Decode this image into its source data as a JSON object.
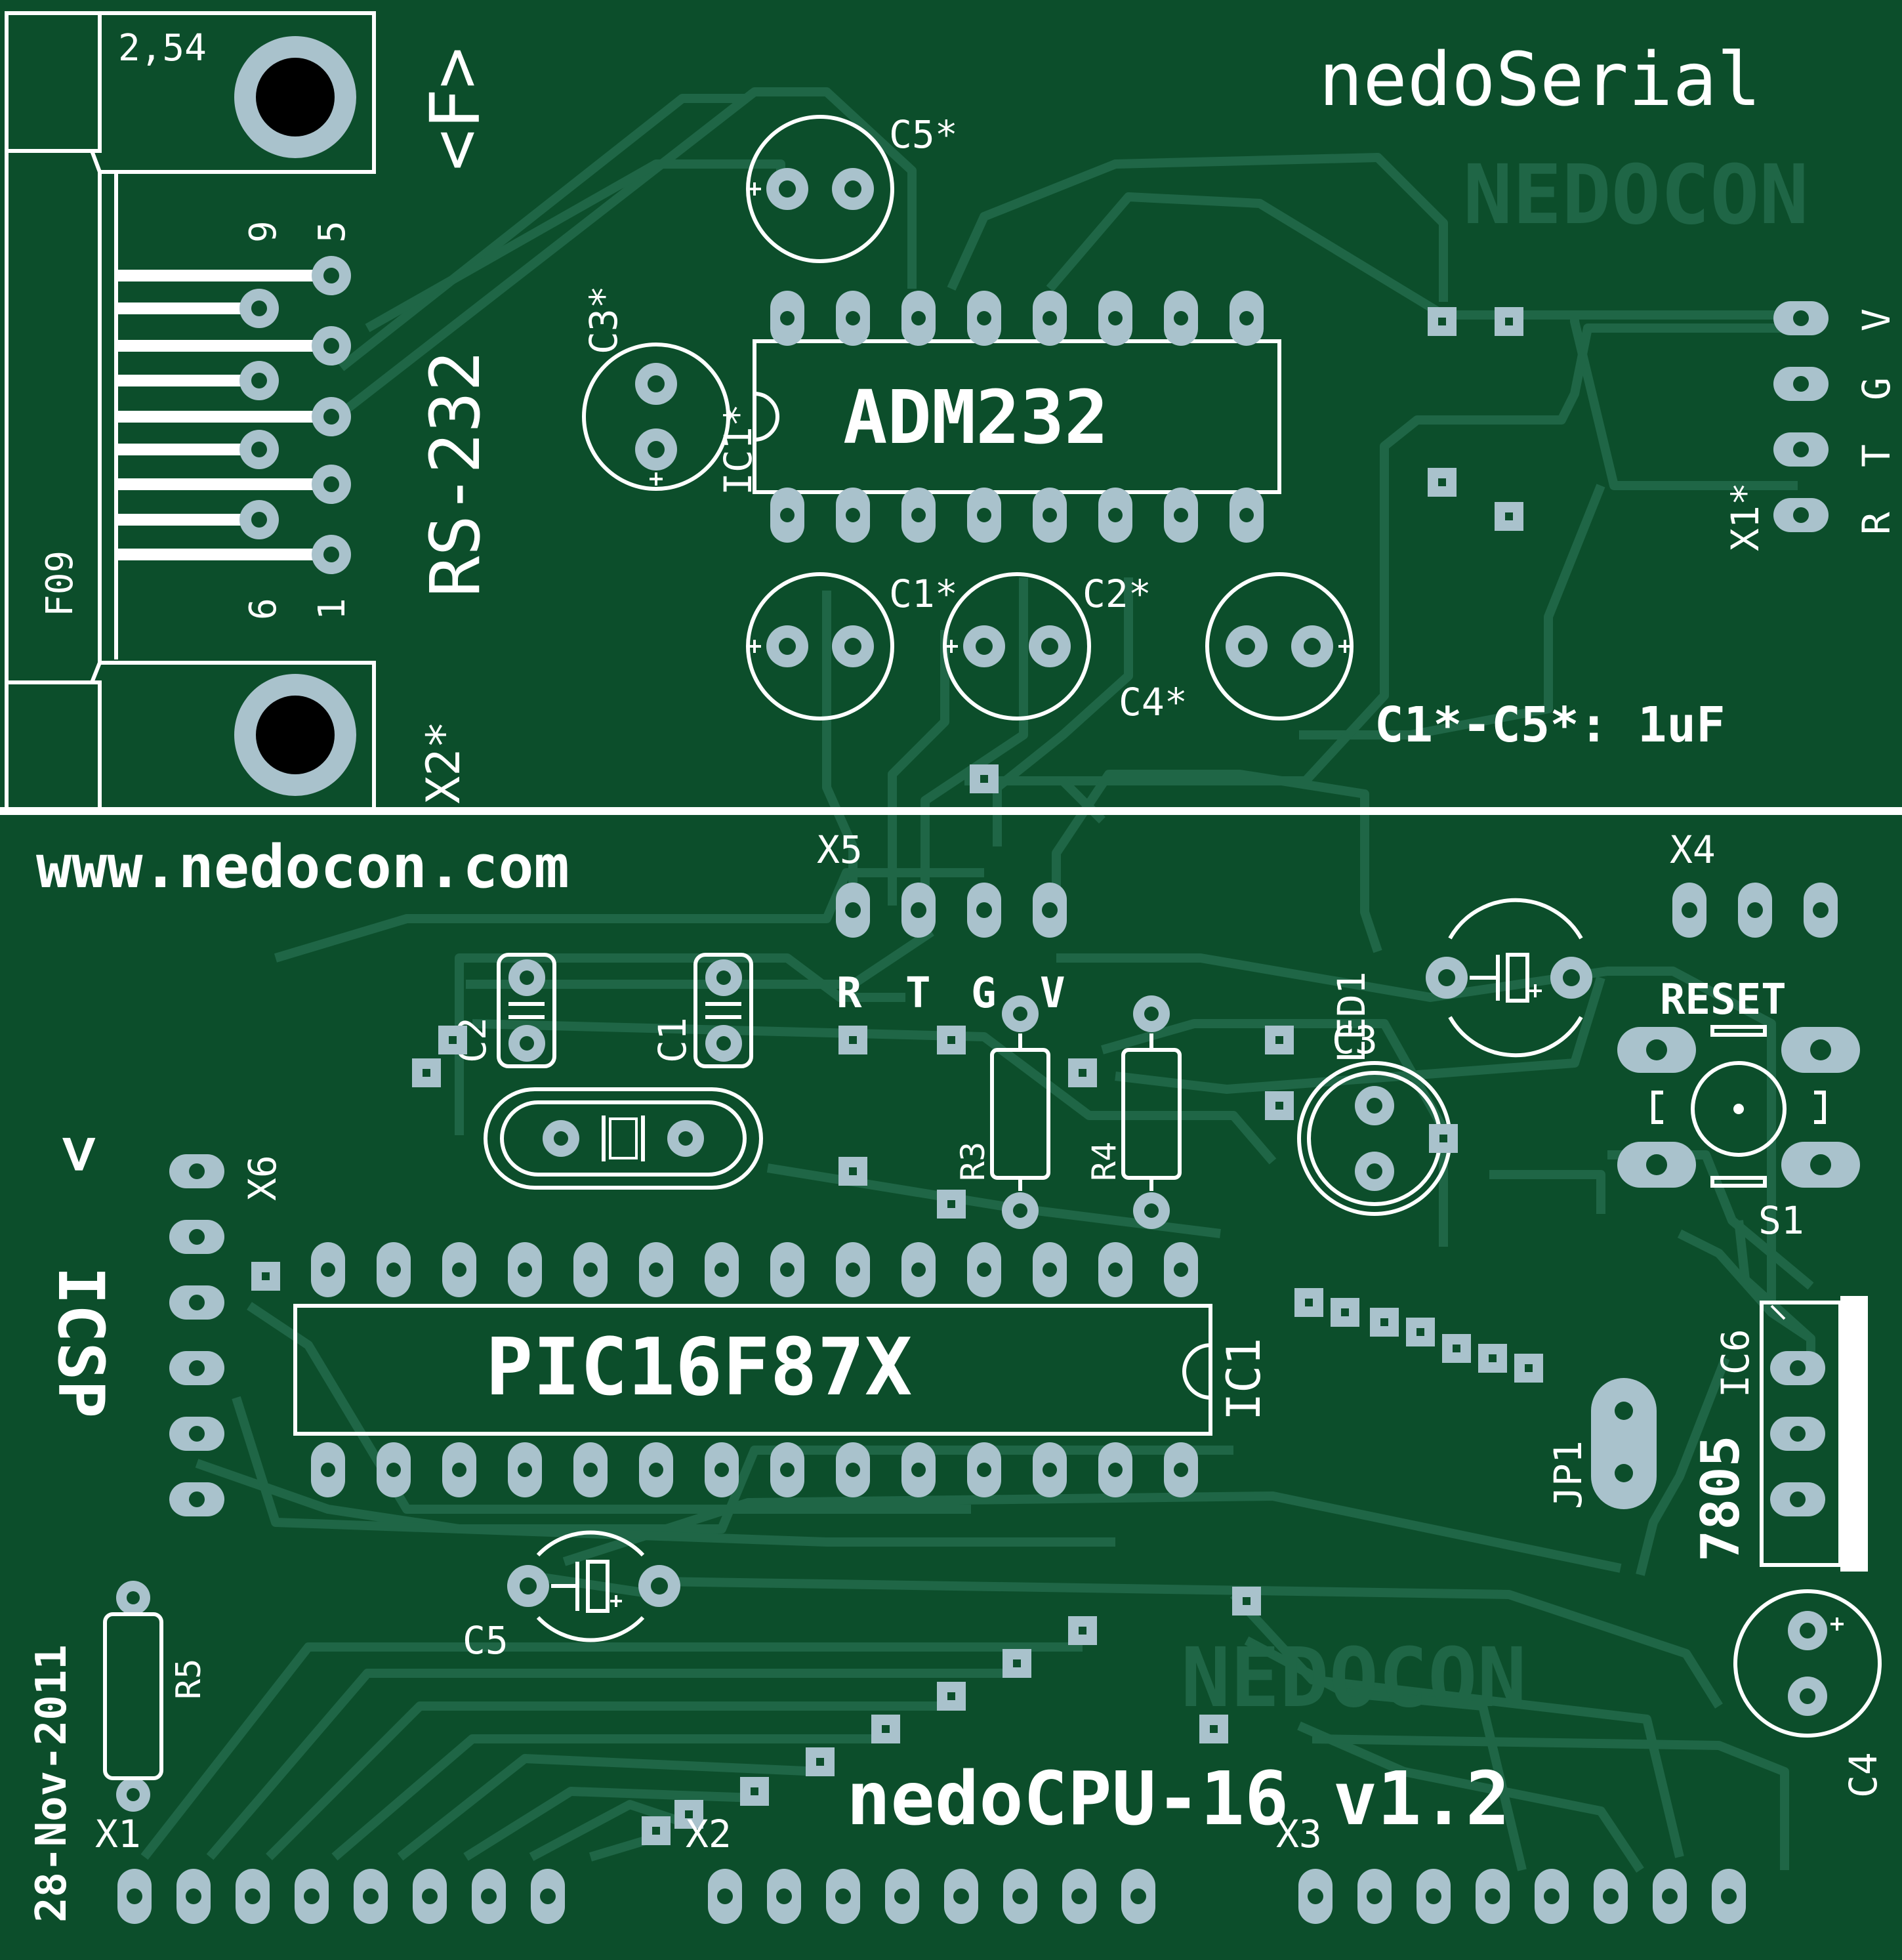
{
  "board": {
    "background": "#0c4e2b",
    "silkscreen_color": "#ffffff",
    "pad_color": "#a9c2cc",
    "ghost_color": "#1f6646"
  },
  "top": {
    "title": "nedoSerial",
    "brand": "NEDOCON",
    "connector_size": "2,54",
    "connector_gender": "<F>",
    "connector_type": "RS-232",
    "connector_ref": "X2*",
    "connector_code": "F09",
    "pin_labels": [
      "9",
      "5",
      "6",
      "1"
    ],
    "chip": "ADM232",
    "chip_ref": "IC1*",
    "caps": [
      "C1*",
      "C2*",
      "C3*",
      "C4*",
      "C5*"
    ],
    "cap_note": "C1*-C5*: 1uF",
    "header_ref": "X1*",
    "header_pins": [
      "R",
      "T",
      "G",
      "V"
    ]
  },
  "bottom": {
    "url": "www.nedocon.com",
    "header_x5": "X5",
    "x5_pins": [
      "R",
      "T",
      "G",
      "V"
    ],
    "header_x4": "X4",
    "reset": "RESET",
    "switch": "S1",
    "led": "LED1",
    "cap_c3": "C3",
    "cap_c1": "C1",
    "cap_c2": "C2",
    "resistors": [
      "R3",
      "R4",
      "R5"
    ],
    "icsp_ref": "X6",
    "icsp_label": "ICSP",
    "icsp_arrow": ">",
    "mcu": "PIC16F87X",
    "mcu_ref": "IC1",
    "regulator_ref": "IC6",
    "regulator": "7805",
    "jumper": "JP1",
    "cap_c5": "C5",
    "cap_c4": "C4",
    "brand": "NEDOCON",
    "title": "nedoCPU-16  v1.2",
    "date": "28-Nov-2011",
    "headers": [
      "X1",
      "X2",
      "X3"
    ]
  }
}
